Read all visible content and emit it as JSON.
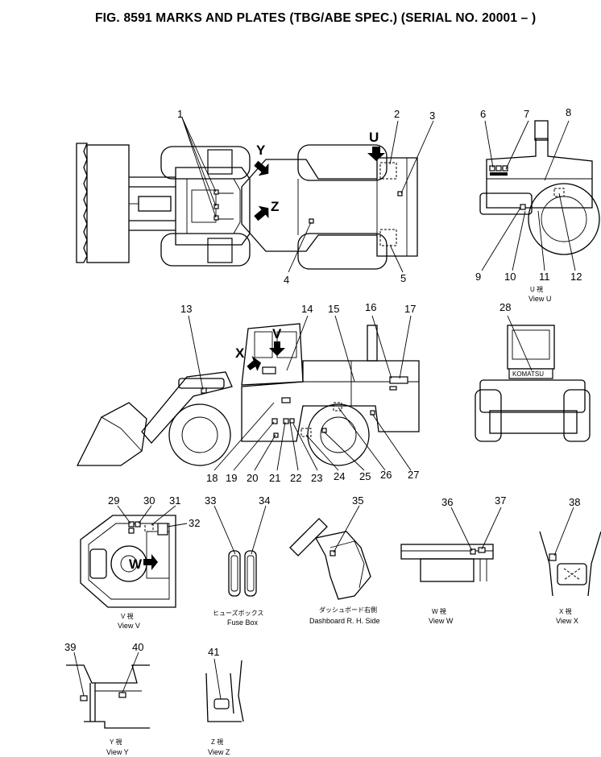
{
  "title": "FIG. 8591  MARKS AND PLATES (TBG/ABE SPEC.) (SERIAL NO. 20001 – )",
  "callouts": [
    "1",
    "2",
    "3",
    "4",
    "5",
    "6",
    "7",
    "8",
    "9",
    "10",
    "11",
    "12",
    "13",
    "14",
    "15",
    "16",
    "17",
    "18",
    "19",
    "20",
    "21",
    "22",
    "23",
    "24",
    "25",
    "26",
    "27",
    "28",
    "29",
    "30",
    "31",
    "32",
    "33",
    "34",
    "35",
    "36",
    "37",
    "38",
    "39",
    "40",
    "41"
  ],
  "view_markers": {
    "y": "Y",
    "z": "Z",
    "u": "U",
    "v": "V",
    "x": "X",
    "w": "W"
  },
  "captions": {
    "view_u_jp": "U  視",
    "view_u": "View U",
    "view_v_jp": "V  視",
    "view_v": "View V",
    "fuse_jp": "ヒューズボックス",
    "fuse": "Fuse Box",
    "dash_jp": "ダッシュボード右側",
    "dash": "Dashboard  R. H. Side",
    "view_w_jp": "W  視",
    "view_w": "View W",
    "view_x_jp": "X  視",
    "view_x": "View X",
    "view_y_jp": "Y  視",
    "view_y": "View Y",
    "view_z_jp": "Z  視",
    "view_z": "View Z"
  },
  "brand_plate": "KOMATSU"
}
